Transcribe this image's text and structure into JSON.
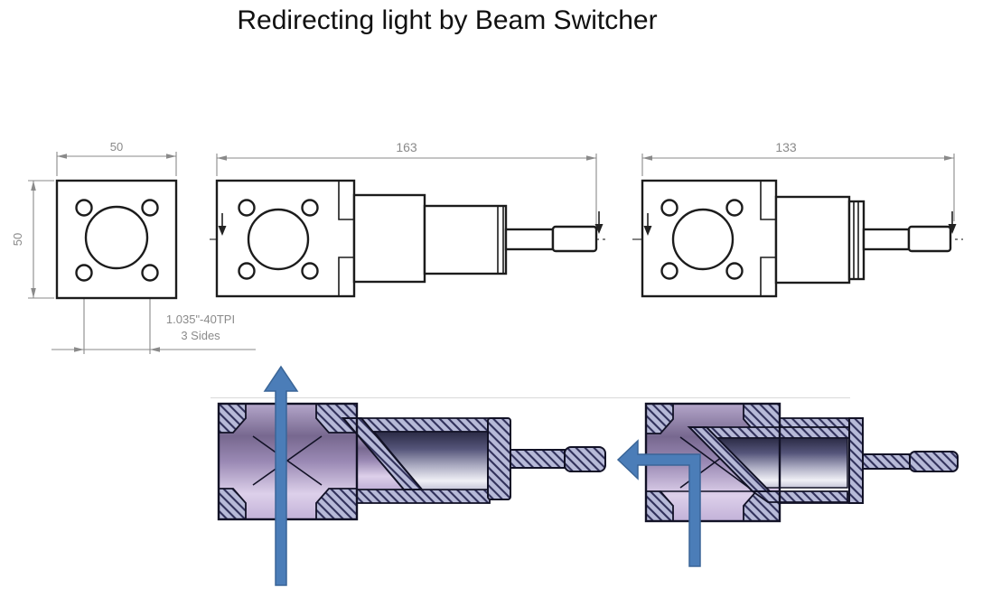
{
  "title": "Redirecting light by Beam Switcher",
  "views": {
    "front": {
      "width_label": "50",
      "height_label": "50",
      "thread_note_line1": "1.035\"-40TPI",
      "thread_note_line2": "3 Sides"
    },
    "side_long": {
      "length_label": "163"
    },
    "side_short": {
      "length_label": "133"
    }
  },
  "colors": {
    "arrow_blue": "#4b7db8",
    "arrow_blue_dark": "#3a6597",
    "outline_dark": "#1c1c1c",
    "dimension_gray": "#8a8a8a",
    "hatch_fill": "#b7bad8",
    "hatch_line": "#30305a",
    "purple_mid": "#9a89b4",
    "metal_dark": "#2b2b45"
  }
}
